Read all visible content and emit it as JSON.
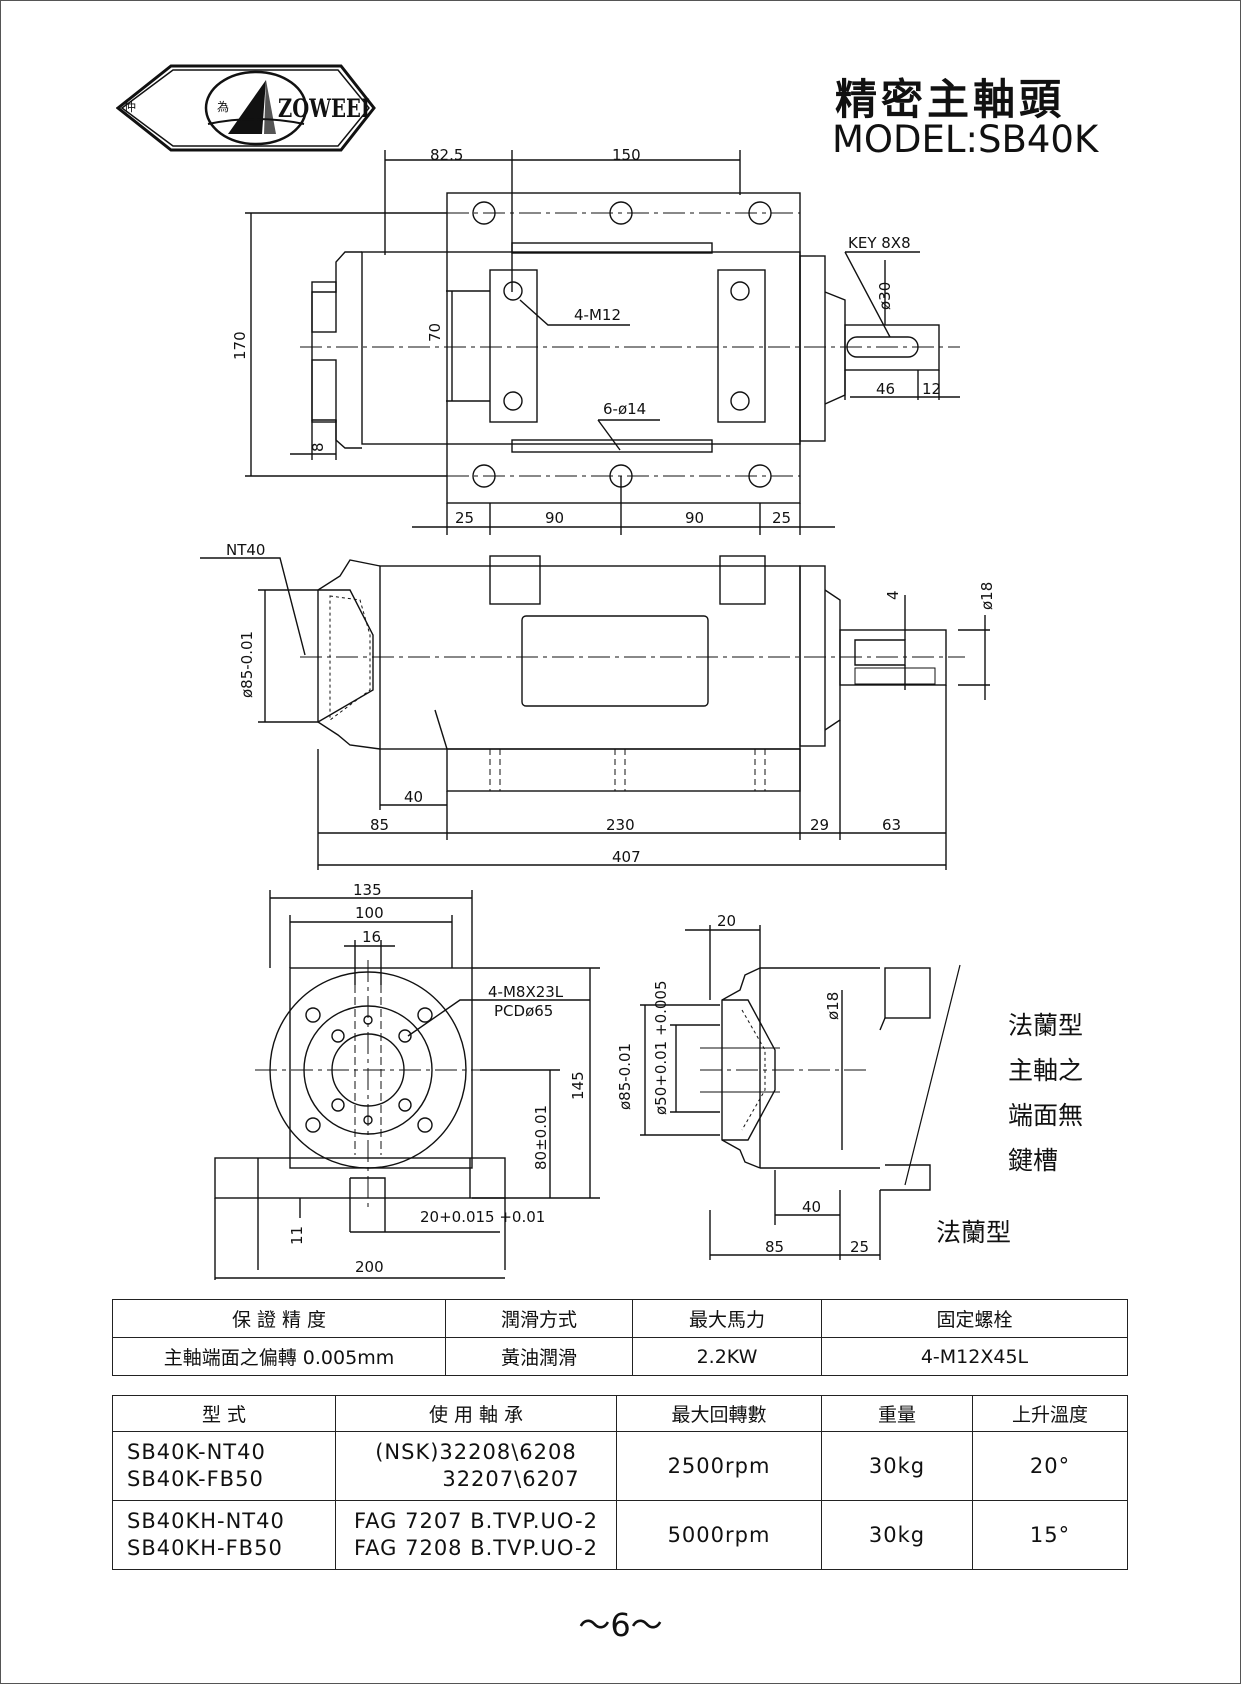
{
  "brand": {
    "logo_left_char": "仲",
    "logo_right_char": "為",
    "name": "ZOWEEI"
  },
  "title": {
    "chinese": "精密主軸頭",
    "model": "MODEL:SB40K"
  },
  "drawing": {
    "top_view": {
      "dim_82_5": "82.5",
      "dim_150": "150",
      "dim_170": "170",
      "dim_70": "70",
      "dim_8": "8",
      "label_4m12": "4-M12",
      "label_6d14": "6-ø14",
      "label_key": "KEY 8X8",
      "dim_d30": "ø30",
      "dim_46": "46",
      "dim_12": "12",
      "bottom_dims": [
        "25",
        "90",
        "90",
        "25"
      ]
    },
    "side_view": {
      "label_nt40": "NT40",
      "dim_d85": "ø85-0.01",
      "dim_4": "4",
      "dim_d18": "ø18",
      "dim_40": "40",
      "dim_85": "85",
      "dim_230": "230",
      "dim_29": "29",
      "dim_63": "63",
      "dim_407": "407"
    },
    "end_view": {
      "dim_135": "135",
      "dim_100": "100",
      "dim_16": "16",
      "label_m8": "4-M8X23L",
      "label_pcd": "PCDø65",
      "dim_145": "145",
      "dim_80": "80±0.01",
      "dim_20": "20+0.015 +0.01",
      "dim_11": "11",
      "dim_200": "200"
    },
    "flange_view": {
      "dim_20": "20",
      "dim_d18": "ø18",
      "dim_d85": "ø85-0.01",
      "dim_d50": "ø50+0.01 +0.005",
      "dim_40": "40",
      "dim_85": "85",
      "dim_25": "25"
    }
  },
  "notes": {
    "flange_note": [
      "法蘭型",
      "主軸之",
      "端面無",
      "鍵槽"
    ],
    "flange_caption": "法蘭型"
  },
  "spec_table_1": {
    "headers": [
      "保 證 精 度",
      "潤滑方式",
      "最大馬力",
      "固定螺栓"
    ],
    "values": [
      "主軸端面之偏轉 0.005mm",
      "黃油潤滑",
      "2.2KW",
      "4-M12X45L"
    ]
  },
  "spec_table_2": {
    "headers": [
      "型 式",
      "使 用 軸 承",
      "最大回轉數",
      "重量",
      "上升溫度"
    ],
    "rows": [
      {
        "models": [
          "SB40K-NT40",
          "SB40K-FB50"
        ],
        "bearings": [
          "(NSK)32208\\6208",
          "32207\\6207"
        ],
        "rpm": "2500rpm",
        "weight": "30kg",
        "temp": "20°"
      },
      {
        "models": [
          "SB40KH-NT40",
          "SB40KH-FB50"
        ],
        "bearings": [
          "FAG 7207 B.TVP.UO-2",
          "FAG 7208 B.TVP.UO-2"
        ],
        "rpm": "5000rpm",
        "weight": "30kg",
        "temp": "15°"
      }
    ]
  },
  "page_number": "～6～"
}
